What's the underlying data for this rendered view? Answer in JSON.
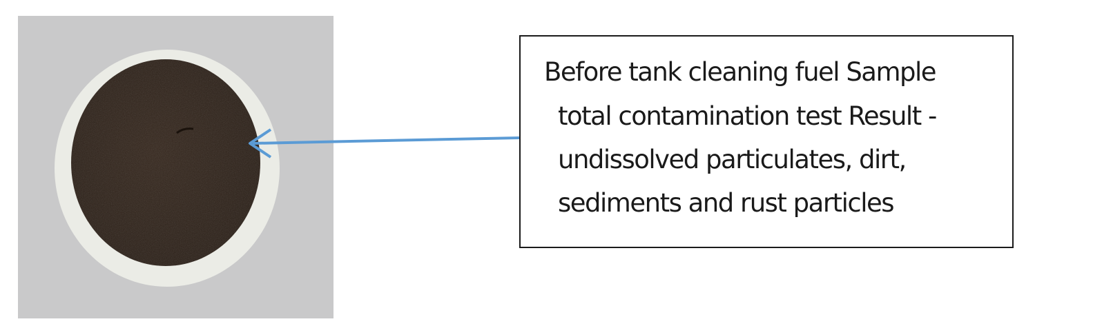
{
  "caption": {
    "lines": [
      "Before tank cleaning  fuel Sample",
      "total contamination test Result -",
      "undissolved particulates, dirt,",
      "sediments and rust particles"
    ]
  },
  "colors": {
    "photo_background": "#c9c9ca",
    "filter_paper_ring": "#ebece6",
    "contamination_residue": "#2e2219",
    "arrow": "#5b9bd5",
    "box_border": "#1a1a1a"
  }
}
